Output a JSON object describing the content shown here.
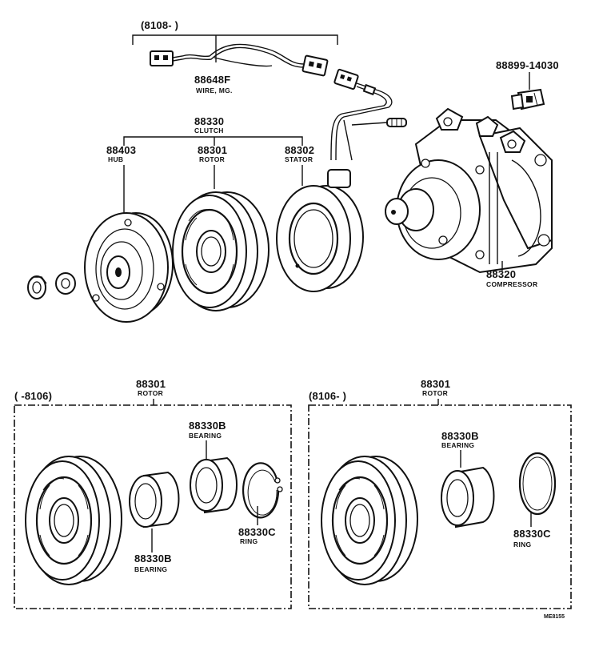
{
  "top_group": {
    "range": "(8108-        )"
  },
  "wire": {
    "number": "88648F",
    "caption": "WIRE, MG."
  },
  "clip": {
    "number": "88899-14030"
  },
  "clutch": {
    "number": "88330",
    "caption": "CLUTCH"
  },
  "hub": {
    "number": "88403",
    "caption": "HUB"
  },
  "rotor_top": {
    "number": "88301",
    "caption": "ROTOR"
  },
  "stator": {
    "number": "88302",
    "caption": "STATOR"
  },
  "compressor": {
    "number": "88320",
    "caption": "COMPRESSOR"
  },
  "box_left": {
    "range": "(        -8106)",
    "rotor": {
      "number": "88301",
      "caption": "ROTOR"
    },
    "bearing_top": {
      "number": "88330B",
      "caption": "BEARING"
    },
    "bearing_bottom": {
      "number": "88330B",
      "caption": "BEARING"
    },
    "ring": {
      "number": "88330C",
      "caption": "RING"
    }
  },
  "box_right": {
    "range": "(8106-        )",
    "rotor": {
      "number": "88301",
      "caption": "ROTOR"
    },
    "bearing": {
      "number": "88330B",
      "caption": "BEARING"
    },
    "ring": {
      "number": "88330C",
      "caption": "RING"
    }
  },
  "footer": {
    "code": "ME8155"
  }
}
